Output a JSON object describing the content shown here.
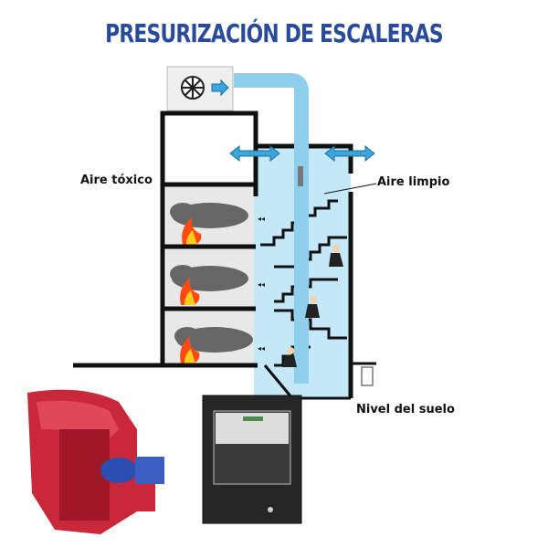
{
  "title": "PRESURIZACIÓN DE ESCALERAS",
  "labels": {
    "toxic_air": "Aire tóxico",
    "clean_air": "Aire limpio",
    "ground_level": "Nivel del suelo"
  },
  "colors": {
    "title": "#2a4a9a",
    "clean_air": "#bfe6f7",
    "arrow": "#3aa6dc",
    "fire": "#ff5a1a",
    "smoke": "#666666",
    "fan": "#c8283a",
    "panel": "#2b2b2b"
  }
}
